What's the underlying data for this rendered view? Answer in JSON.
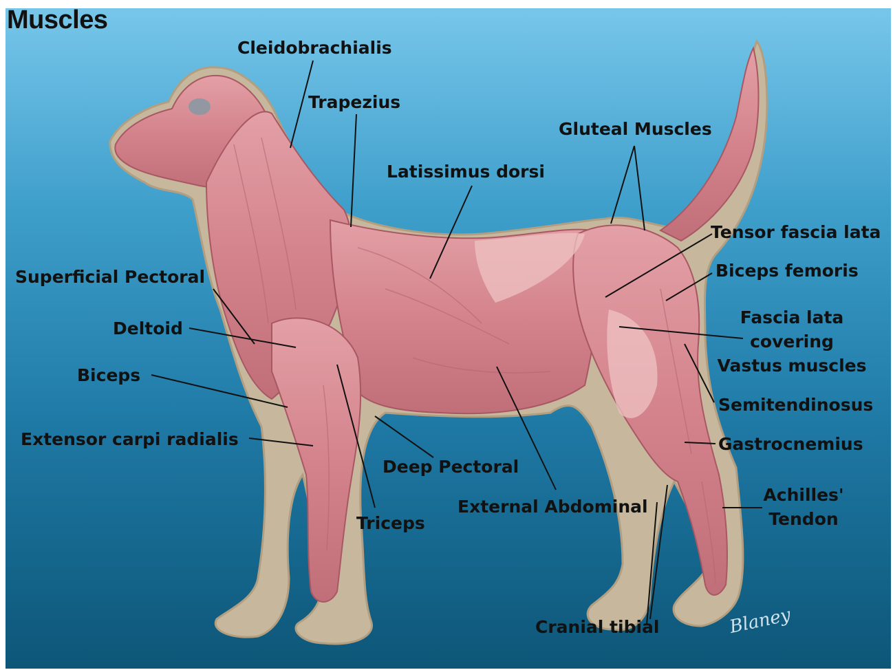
{
  "title": "Muscles",
  "labels": {
    "cleidobrachialis": "Cleidobrachialis",
    "trapezius": "Trapezius",
    "gluteal_muscles": "Gluteal Muscles",
    "latissimus_dorsi": "Latissimus dorsi",
    "tensor_fascia_lata": "Tensor fascia lata",
    "biceps_femoris": "Biceps femoris",
    "superficial_pectoral": "Superficial Pectoral",
    "fascia_lata_covering": "Fascia lata covering Vastus muscles",
    "fascia_lata_line1": "Fascia lata",
    "fascia_lata_line2": "covering",
    "fascia_lata_line3": "Vastus muscles",
    "deltoid": "Deltoid",
    "biceps": "Biceps",
    "semitendinosus": "Semitendinosus",
    "extensor_carpi_radialis": "Extensor carpi radialis",
    "gastrocnemius": "Gastrocnemius",
    "deep_pectoral": "Deep Pectoral",
    "achilles_line1": "Achilles'",
    "achilles_line2": "Tendon",
    "external_abdominal": "External Abdominal",
    "triceps": "Triceps",
    "cranial_tibial": "Cranial tibial"
  },
  "signature": "Blaney",
  "colors": {
    "background_top": "#77c6ea",
    "background_bottom": "#0d5678",
    "muscle": "#d98b93",
    "skin_outline": "#c9b49a",
    "leader_line": "#111111"
  }
}
